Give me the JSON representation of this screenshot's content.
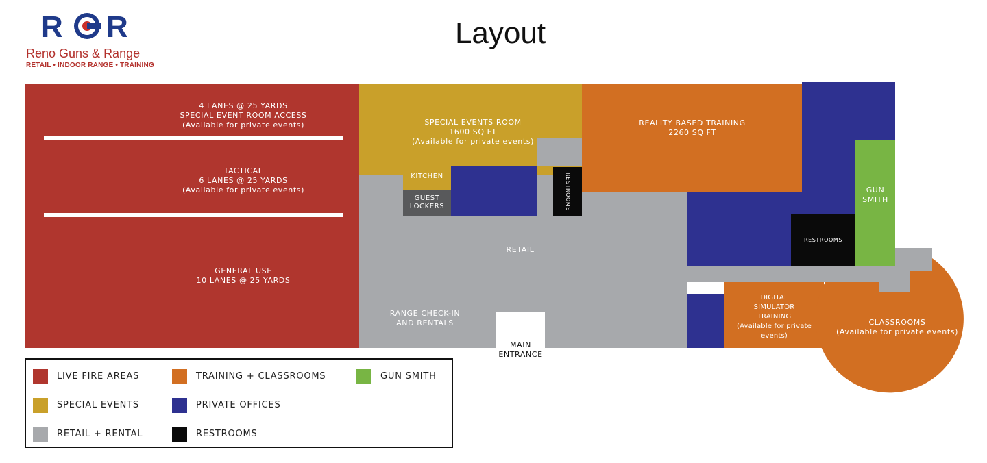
{
  "title": "Layout",
  "logo": {
    "letters": "RGR",
    "name": "Reno Guns & Range",
    "tagline": "RETAIL • INDOOR RANGE • TRAINING"
  },
  "colors": {
    "live_fire": "#b0362e",
    "special_events": "#c9a02a",
    "retail": "#a7a9ac",
    "training": "#d26f22",
    "offices": "#2e3190",
    "restrooms": "#0a0a0a",
    "gun_smith": "#78b544",
    "lockers": "#58595b",
    "logo_blue": "#1f3a8a",
    "logo_red": "#c9302c"
  },
  "areas": {
    "lanes_top": [
      "4 LANES @ 25 YARDS",
      "SPECIAL EVENT ROOM ACCESS",
      "(Available for private events)"
    ],
    "lanes_tactical": [
      "TACTICAL",
      "6 LANES @ 25 YARDS",
      "(Available for private events)"
    ],
    "lanes_general": [
      "GENERAL USE",
      "10 LANES @ 25 YARDS"
    ],
    "special_events": [
      "SPECIAL EVENTS ROOM",
      "1600 SQ FT",
      "(Available for private events)"
    ],
    "kitchen": "KITCHEN",
    "lockers": [
      "GUEST",
      "LOCKERS"
    ],
    "restrooms_vertical": "RESTROOMS",
    "reality_training": [
      "REALITY  BASED TRAINING",
      "2260 SQ FT"
    ],
    "gun_smith": [
      "GUN",
      "SMITH"
    ],
    "restrooms_right": "RESTROOMS",
    "retail": "RETAIL",
    "checkin": [
      "RANGE CHECK-IN",
      "AND RENTALS"
    ],
    "entrance": [
      "MAIN",
      "ENTRANCE"
    ],
    "simulator": [
      "DIGITAL",
      "SIMULATOR",
      "TRAINING",
      "(Available for private events)"
    ],
    "classrooms": [
      "CLASSROOMS",
      "(Available for private events)"
    ]
  },
  "legend": [
    {
      "label": "LIVE FIRE AREAS",
      "color": "#b0362e"
    },
    {
      "label": "TRAINING + CLASSROOMS",
      "color": "#d26f22"
    },
    {
      "label": "GUN SMITH",
      "color": "#78b544"
    },
    {
      "label": "SPECIAL EVENTS",
      "color": "#c9a02a"
    },
    {
      "label": "PRIVATE OFFICES",
      "color": "#2e3190"
    },
    {
      "label": "RETAIL + RENTAL",
      "color": "#a7a9ac"
    },
    {
      "label": "RESTROOMS",
      "color": "#0a0a0a"
    }
  ]
}
